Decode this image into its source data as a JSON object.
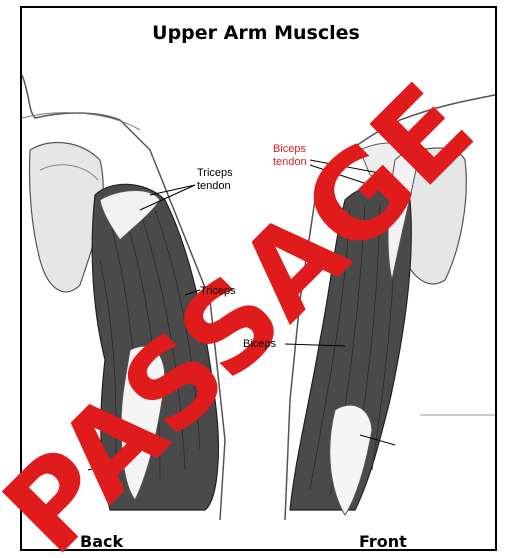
{
  "title": "Upper Arm Muscles",
  "labels": {
    "triceps_tendon_1": "Triceps",
    "triceps_tendon_2": "tendon",
    "triceps": "Triceps",
    "biceps_tendon_1": "Biceps",
    "biceps_tendon_2": "tendon",
    "biceps": "Biceps"
  },
  "captions": {
    "back": "Back",
    "front": "Front"
  },
  "watermark": {
    "text": "PASSAGE",
    "color": "#e01b1b"
  },
  "colors": {
    "muscle_dark": "#3a3a3a",
    "muscle_mid": "#6e6e6e",
    "bone": "#d9d9d9",
    "skin_outline": "#555555"
  }
}
